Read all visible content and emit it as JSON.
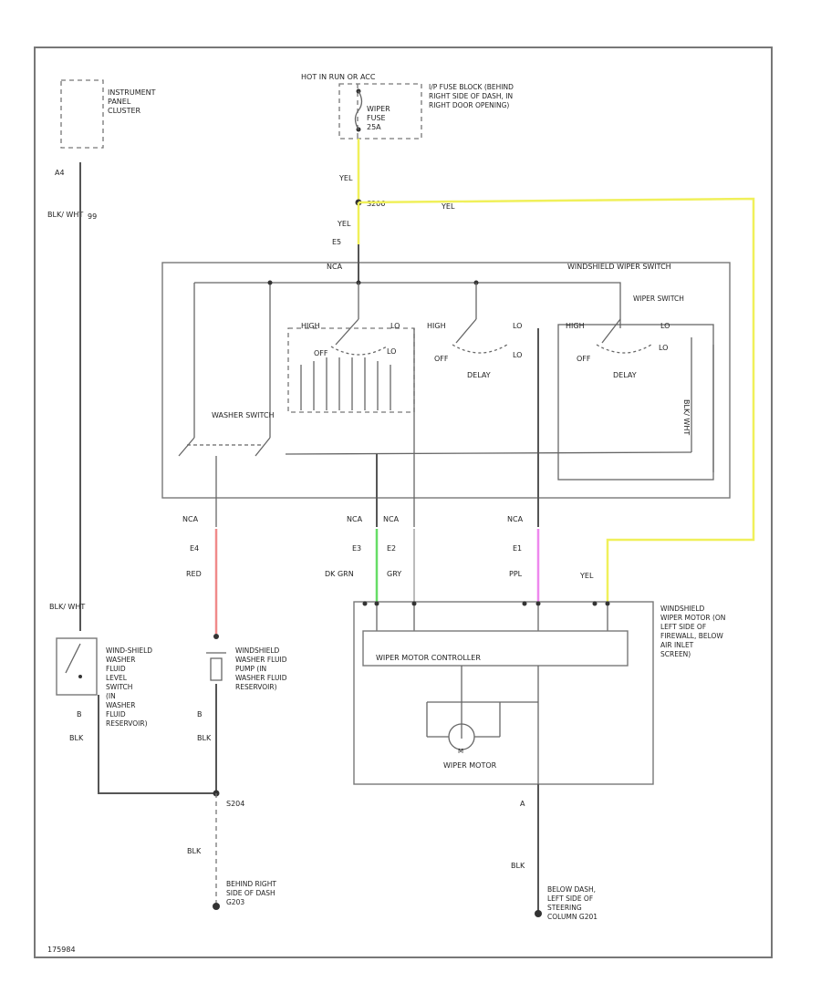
{
  "labels": {
    "hot": "HOT IN RUN OR ACC",
    "fuse_block": "I/P FUSE BLOCK (BEHIND RIGHT SIDE OF DASH, IN RIGHT DOOR OPENING)",
    "fuse": "WIPER FUSE 25A",
    "ipc": "INSTRUMENT PANEL CLUSTER",
    "ipc_pin": "A4",
    "blkwht_left": "BLK/ WHT",
    "blkwht_num": "99",
    "yel1": "YEL",
    "splice_top": "S206",
    "yel_right": "YEL",
    "yel2": "YEL",
    "e5": "E5",
    "nca_top": "NCA",
    "ws_switch": "WINDSHIELD WIPER SWITCH",
    "wiper_switch": "WIPER SWITCH",
    "hi": "HIGH",
    "lo": "LO",
    "off": "OFF",
    "delay": "DELAY",
    "washer_switch": "WASHER SWITCH",
    "blkwht_inner": "BLK/ WHT",
    "conn_e4": "E4",
    "conn_e2": "E2",
    "conn_e3": "E3",
    "conn_e1": "E1",
    "nca": "NCA",
    "red": "RED",
    "dk_grn": "DK GRN",
    "gry": "GRY",
    "ppl": "PPL",
    "yel_bottom": "YEL",
    "blkwht_low": "BLK/ WHT",
    "level_switch": "WIND-SHIELD WASHER FLUID LEVEL SWITCH (IN WASHER FLUID RESERVOIR)",
    "washer_pump": "WINDSHIELD WASHER FLUID PUMP (IN WASHER FLUID RESERVOIR)",
    "pin_b1": "B",
    "pin_b2": "B",
    "blk1": "BLK",
    "blk2": "BLK",
    "splice_s": "S204",
    "blk3": "BLK",
    "ground1": "BEHIND RIGHT SIDE OF DASH G203",
    "controller": "WIPER MOTOR CONTROLLER",
    "wiper_motor": "WIPER MOTOR",
    "motor_location": "WINDSHIELD WIPER MOTOR (ON LEFT SIDE OF FIREWALL, BELOW AIR INLET SCREEN)",
    "pin_a": "A",
    "blk4": "BLK",
    "ground2": "BELOW DASH, LEFT SIDE OF STEERING COLUMN G201",
    "fig_id": "175984"
  },
  "colors": {
    "yel": "#f0f05a",
    "red": "#f08a8a",
    "grn": "#66dd66",
    "ppl": "#ee88ee",
    "wire": "#555555"
  }
}
